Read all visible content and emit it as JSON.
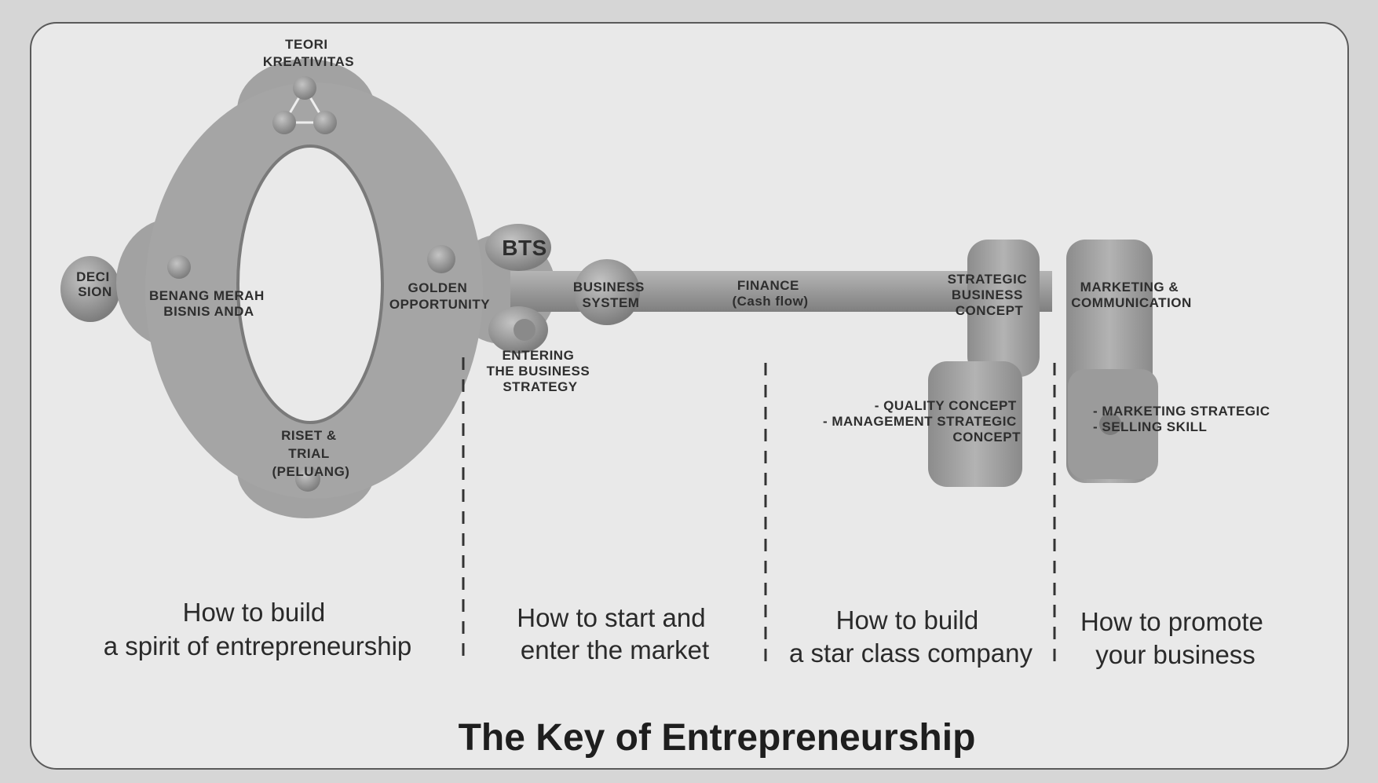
{
  "key_labels": {
    "teori": [
      "TEORI",
      "KREATIVITAS"
    ],
    "decision": [
      "DECI",
      "SION"
    ],
    "benang_merah": [
      "BENANG MERAH",
      "BISNIS ANDA"
    ],
    "golden": [
      "GOLDEN",
      "OPPORTUNITY"
    ],
    "bts": "BTS",
    "business_system": [
      "BUSINESS",
      "SYSTEM"
    ],
    "finance": [
      "FINANCE",
      "(Cash flow)"
    ],
    "strategic": [
      "STRATEGIC",
      "BUSINESS",
      "CONCEPT"
    ],
    "marketing": [
      "MARKETING &",
      "COMMUNICATION"
    ],
    "entering": [
      "ENTERING",
      "THE BUSINESS",
      "STRATEGY"
    ],
    "riset": [
      "RISET &",
      "TRIAL",
      "(PELUANG)"
    ],
    "quality": [
      "- QUALITY CONCEPT",
      "- MANAGEMENT STRATEGIC",
      "CONCEPT"
    ],
    "marketing_strategic": [
      "- MARKETING STRATEGIC",
      "- SELLING SKILL"
    ]
  },
  "sections": [
    {
      "line1": "How to build",
      "line2": "a spirit of entrepreneurship"
    },
    {
      "line1": "How to start and",
      "line2": "enter the market"
    },
    {
      "line1": "How to build",
      "line2": "a star class company"
    },
    {
      "line1": "How to promote",
      "line2": "your business"
    }
  ],
  "title": "The Key of Entrepreneurship",
  "colors": {
    "key_fill": "#9d9d9d",
    "key_dark": "#6f6f6f",
    "background": "#e9e9e9",
    "text": "#2e2e2e"
  }
}
